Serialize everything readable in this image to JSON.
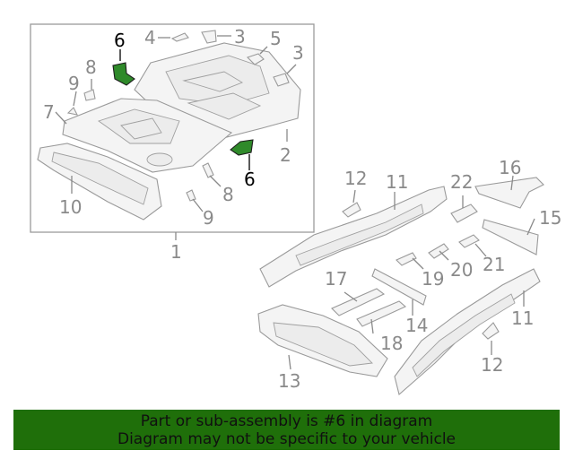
{
  "callouts": {
    "c1": "1",
    "c2": "2",
    "c3a": "3",
    "c3b": "3",
    "c4": "4",
    "c5": "5",
    "c6a": "6",
    "c6b": "6",
    "c7": "7",
    "c8a": "8",
    "c8b": "8",
    "c9a": "9",
    "c9b": "9",
    "c10": "10",
    "c11a": "11",
    "c11b": "11",
    "c12a": "12",
    "c12b": "12",
    "c13": "13",
    "c14": "14",
    "c15": "15",
    "c16": "16",
    "c17": "17",
    "c18": "18",
    "c19": "19",
    "c20": "20",
    "c21": "21",
    "c22": "22"
  },
  "highlight_color": "#2f8a2a",
  "banner": {
    "line1": "Part or sub-assembly is #6 in diagram",
    "line2": "Diagram may not be specific to your vehicle",
    "color": "#1f6f0a"
  }
}
